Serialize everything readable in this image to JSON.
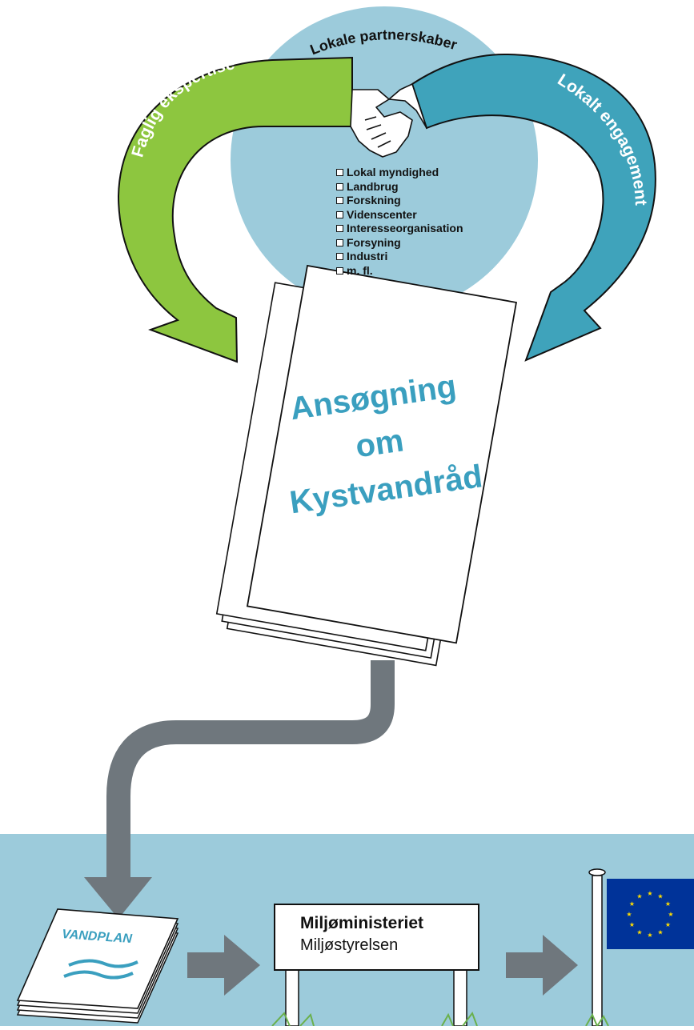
{
  "title": "Lokale partnerskaber",
  "left_arrow_label": "Faglig ekspertise",
  "right_arrow_label": "Lokalt engagement",
  "partners": [
    "Lokal myndighed",
    "Landbrug",
    "Forskning",
    "Videnscenter",
    "Interesseorganisation",
    "Forsyning",
    "Industri",
    "m. fl."
  ],
  "application": {
    "line1": "Ansøgning",
    "line2": "om",
    "line3": "Kystvandråd"
  },
  "vandplan_label": "VANDPLAN",
  "sign": {
    "title": "Miljøministeriet",
    "subtitle": "Miljøstyrelsen"
  },
  "colors": {
    "circle": "#9ccbdb",
    "green_arrow": "#8dc63f",
    "blue_arrow": "#3fa3bb",
    "gray_arrow": "#6f777d",
    "accent_text": "#3a9fbf",
    "ground_band": "#9ccbdb",
    "eu_flag": "#003399",
    "eu_stars": "#ffdd00"
  }
}
